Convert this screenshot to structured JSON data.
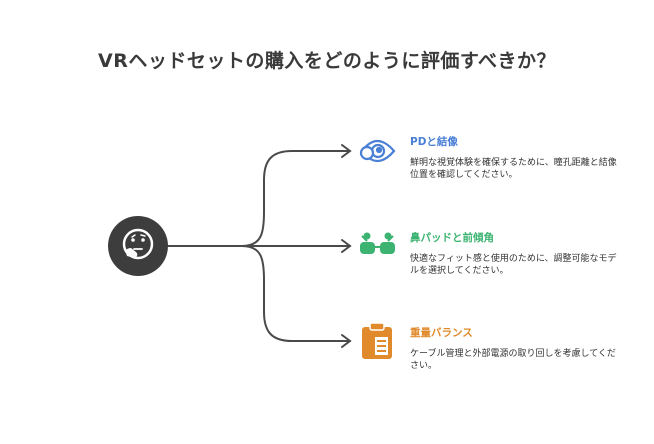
{
  "title": "VRヘッドセットの購入をどのように評価すべきか？",
  "colors": {
    "line": "#4a4a4a",
    "center_circle": "#3d3d3d",
    "blue": "#4a7fd6",
    "green": "#3cb371",
    "orange": "#e08a2c"
  },
  "items": [
    {
      "title": "PDと結像",
      "description": "鮮明な視覚体験を確保するために、瞳孔距離と結像位置を確認してください。",
      "icon": "eye-icon",
      "color": "#4a7fd6"
    },
    {
      "title": "鼻パッドと前傾角",
      "description": "快適なフィット感と使用のために、調整可能なモデルを選択してください。",
      "icon": "glasses-icon",
      "color": "#3cb371"
    },
    {
      "title": "重量バランス",
      "description": "ケーブル管理と外部電源の取り回しを考慮してください。",
      "icon": "clipboard-icon",
      "color": "#e08a2c"
    }
  ],
  "center_icon": "thinking-face-icon"
}
